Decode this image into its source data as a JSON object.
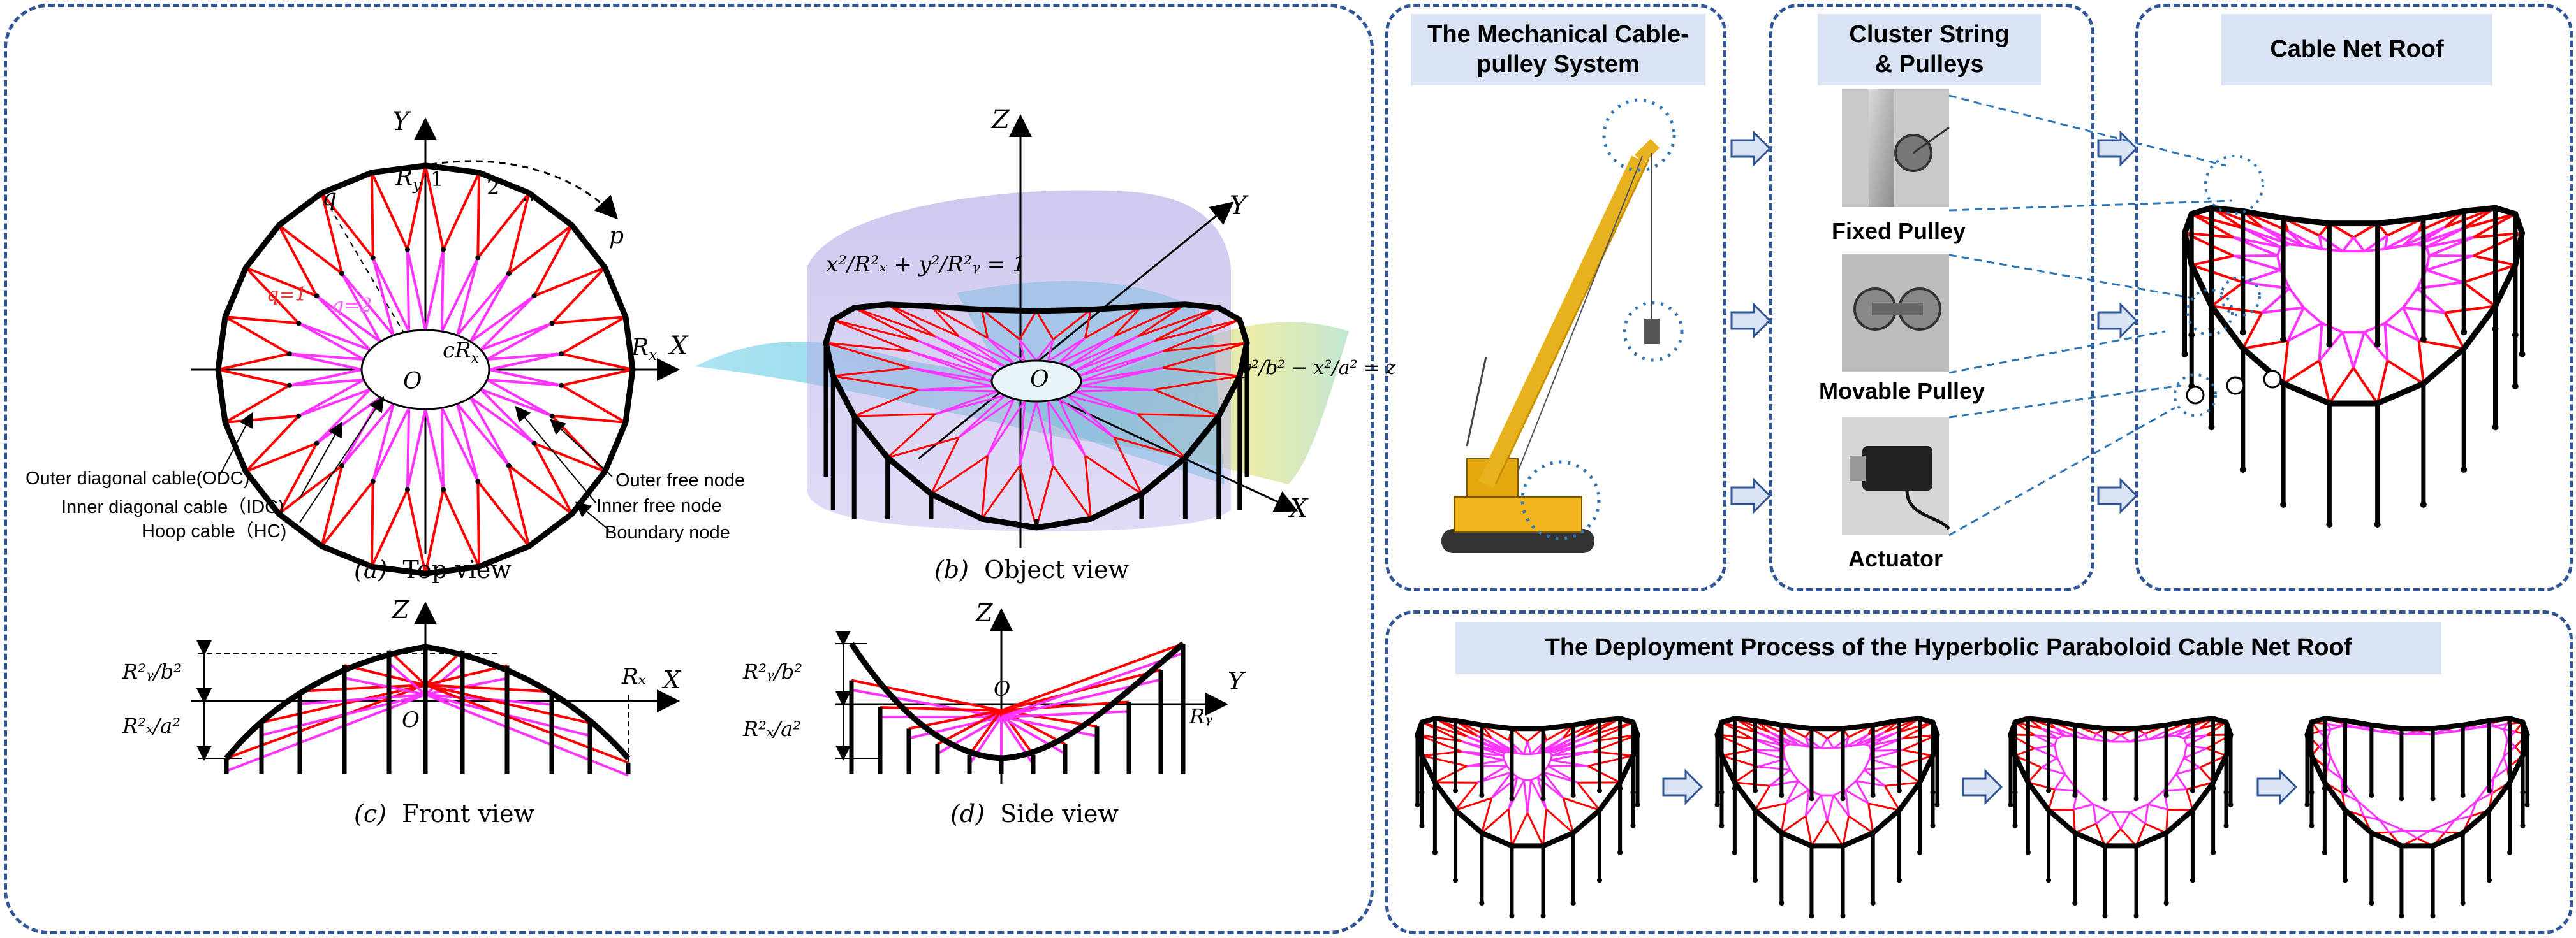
{
  "left_panel": {
    "top_view": {
      "axis_y": "Y",
      "axis_x": "X",
      "origin": "O",
      "ry": "R",
      "ry_sub": "y",
      "rx": "R",
      "rx_sub": "x",
      "crx": "cR",
      "crx_sub": "x",
      "q": "q",
      "p": "p",
      "node1": "1",
      "node2": "2",
      "dots": "…",
      "q1": "q=1",
      "q2": "q=2",
      "ann_odc": "Outer diagonal cable(ODC)",
      "ann_idc": "Inner diagonal cable（IDC)",
      "ann_hc": "Hoop cable（HC)",
      "ann_outer_free": "Outer free node",
      "ann_inner_free": "Inner free node",
      "ann_boundary": "Boundary node",
      "caption_letter": "(a)",
      "caption_text": "Top view"
    },
    "object_view": {
      "axis_z": "Z",
      "axis_y": "Y",
      "axis_x": "X",
      "origin": "O",
      "eq1": "x²/R²ₓ + y²/R²ᵧ = 1",
      "eq2": "y²/b² − x²/a² = z",
      "caption_letter": "(b)",
      "caption_text": "Object view"
    },
    "front_view": {
      "axis_z": "Z",
      "axis_x": "X",
      "origin": "O",
      "rx": "Rₓ",
      "dim_top": "R²ᵧ/b²",
      "dim_bottom": "R²ₓ/a²",
      "caption_letter": "(c)",
      "caption_text": "Front view"
    },
    "side_view": {
      "axis_z": "Z",
      "axis_y": "Y",
      "origin": "O",
      "ry": "Rᵧ",
      "dim_top": "R²ᵧ/b²",
      "dim_bottom": "R²ₓ/a²",
      "caption_letter": "(d)",
      "caption_text": "Side view"
    }
  },
  "right_panel": {
    "crane_title": "The Mechanical Cable-\npulley System",
    "cluster_title": "Cluster String\n& Pulleys",
    "roof_title": "Cable Net Roof",
    "fixed_pulley": "Fixed Pulley",
    "movable_pulley": "Movable Pulley",
    "actuator": "Actuator",
    "deployment_title": "The Deployment Process of the Hyperbolic Paraboloid Cable Net Roof"
  },
  "colors": {
    "panel_border": "#2f5597",
    "title_bg": "#dae3f3",
    "cable_red": "#ff0000",
    "cable_magenta": "#ff33ff",
    "structure_black": "#000000",
    "arrow_fill": "#dae3f3",
    "highlight_circle": "#2e75b6"
  }
}
